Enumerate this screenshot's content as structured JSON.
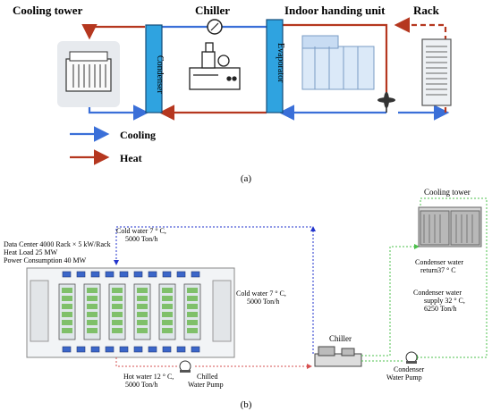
{
  "top": {
    "labels": {
      "cooling_tower": "Cooling tower",
      "chiller": "Chiller",
      "indoor_unit": "Indoor handing unit",
      "rack": "Rack",
      "condenser": "Condenser",
      "evaporator": "Evaporator"
    },
    "legend": {
      "cooling": "Cooling",
      "heat": "Heat"
    },
    "caption": "(a)"
  },
  "bottom": {
    "dc_info": [
      "Data Center 4000 Rack × 5 kW/Rack",
      "Heat Load 25 MW",
      "Power Consumption 40 MW"
    ],
    "cold_water_top": [
      "Cold water 7 ° C,",
      "5000 Ton/h"
    ],
    "cold_water_mid": [
      "Cold water 7 ° C,",
      "5000 Ton/h"
    ],
    "hot_water": [
      "Hot water 12 ° C,",
      "5000 Ton/h"
    ],
    "chilled_pump": [
      "Chilled",
      "Water Pump"
    ],
    "chiller": "Chiller",
    "cooling_tower": "Cooling tower",
    "cond_return": [
      "Condenser water",
      "return37 ° C"
    ],
    "cond_supply": [
      "Condenser water",
      "supply 32 ° C,",
      "6250 Ton/h"
    ],
    "cond_pump": [
      "Condenser",
      "Water Pump"
    ],
    "caption": "(b)"
  },
  "colors": {
    "cooling": "#3a6fd8",
    "heat": "#b5371f",
    "green": "#4cc04c",
    "blue_line": "#2233cc",
    "red_dash": "#d65050"
  }
}
